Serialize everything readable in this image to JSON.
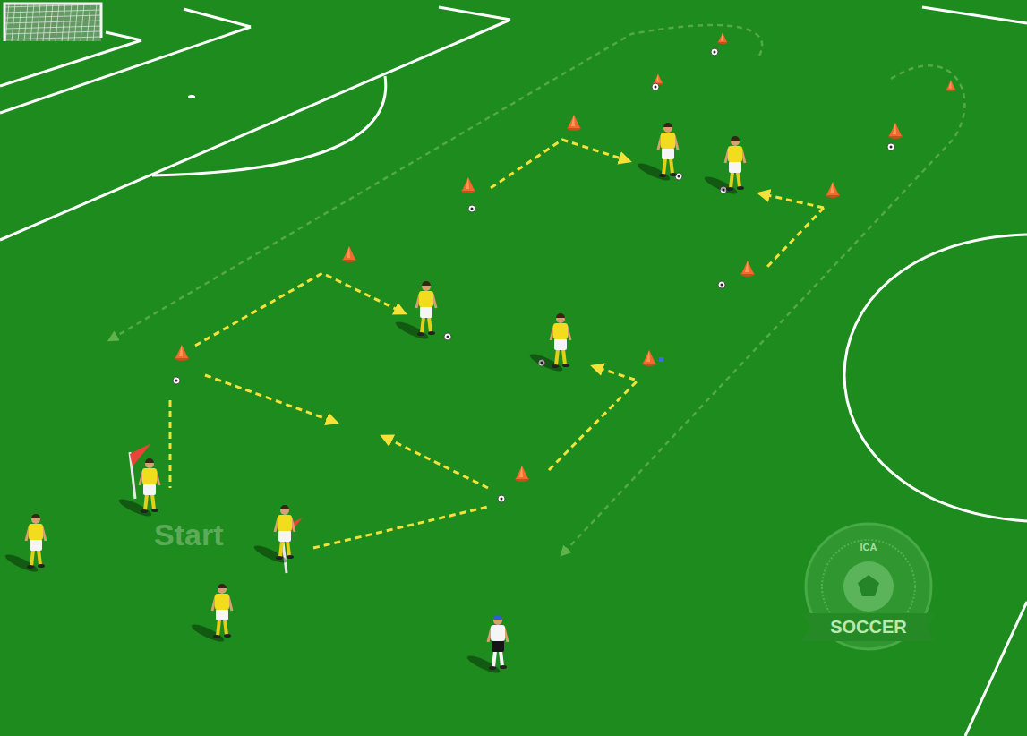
{
  "diagram": {
    "labels": [
      "Start",
      "ICA",
      "SOCCER"
    ]
  }
}
